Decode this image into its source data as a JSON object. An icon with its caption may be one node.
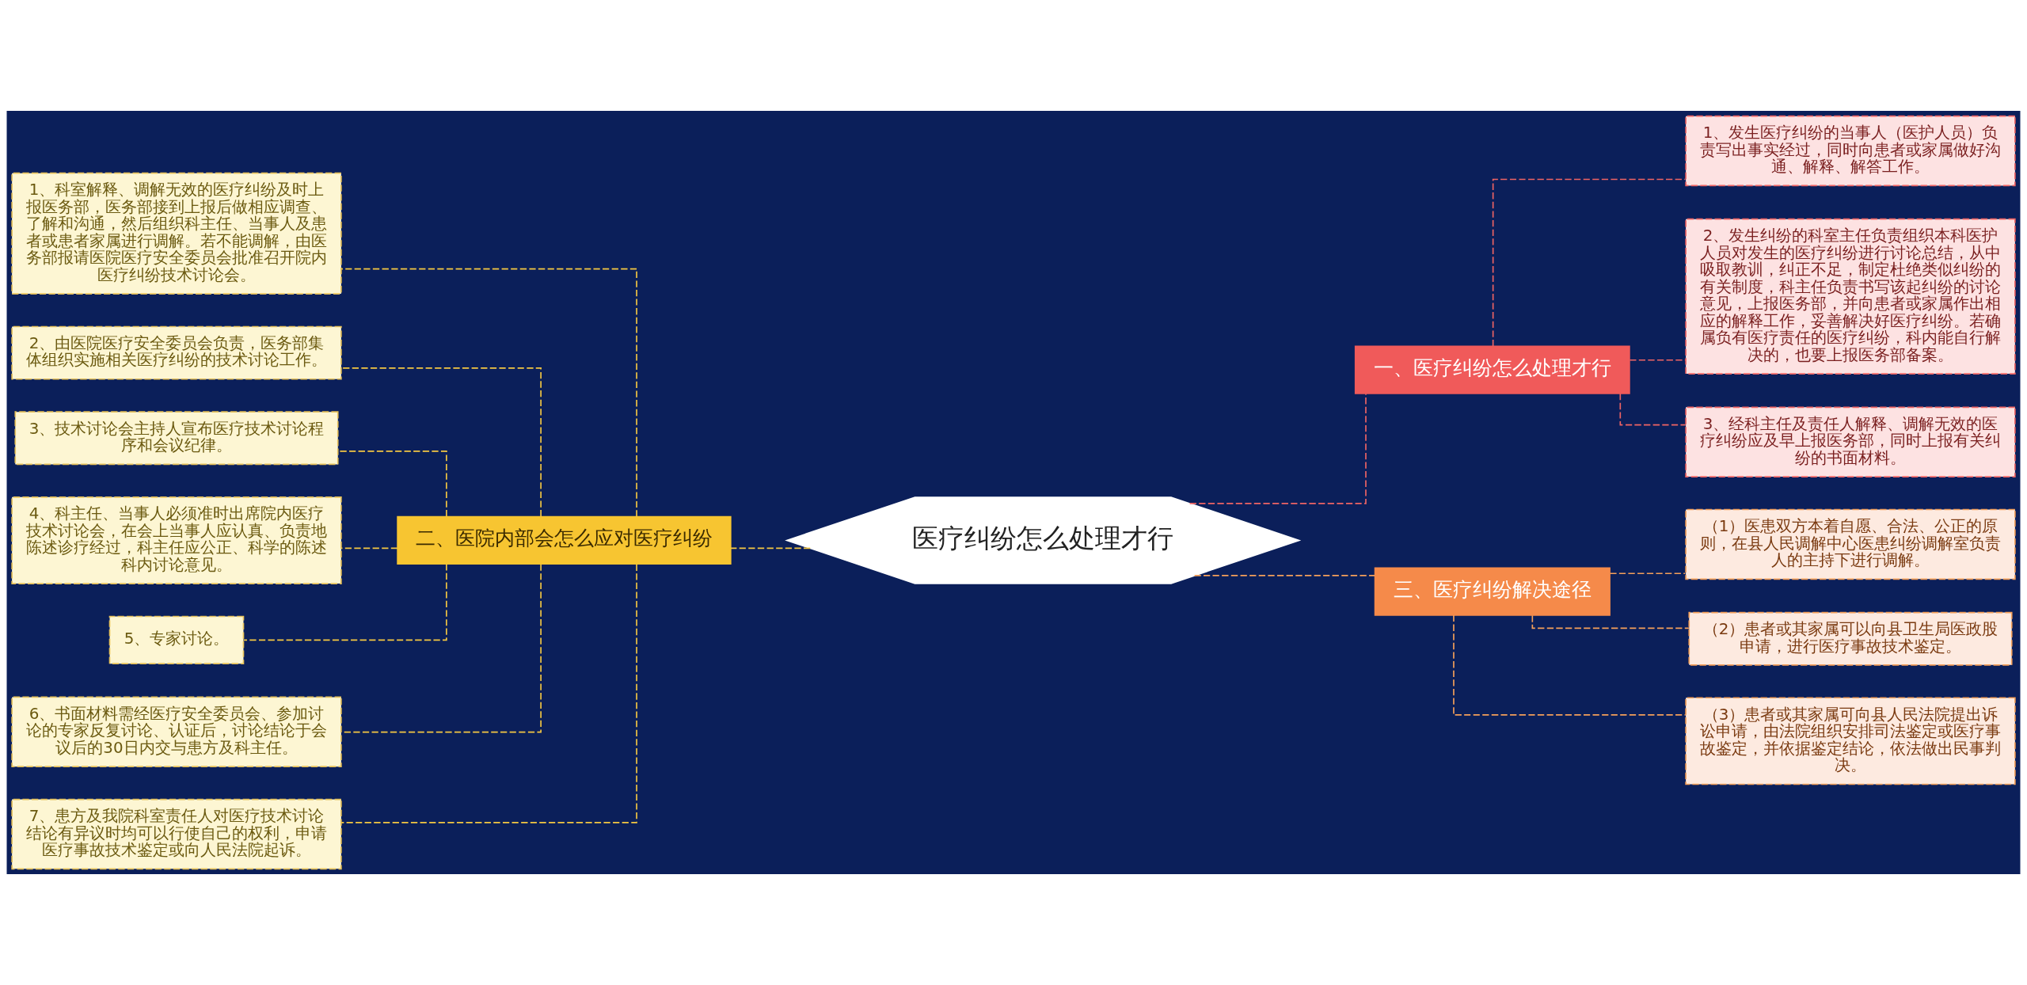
{
  "diagram": {
    "nodes": [
      {
        "text": [
          "医疗纠纷怎么处理才行"
        ]
      },
      {
        "text": [
          "一、医疗纠纷怎么处理才行"
        ]
      },
      {
        "text": [
          "1、发生医疗纠纷的当事人（医护人员）负责写出事实经过，同时向患者或家属做好沟通、解释、解答工作。"
        ]
      },
      {
        "text": [
          "2、发生纠纷的科室主任负责组织本科医护人员对发生的医疗纠纷进行讨论总结，从中吸取教训，纠正不足，制定杜绝类似纠纷的有关制度，科主任负责书写该起纠纷的讨论意见，上报医务部，并向患者或家属作出相应的解释工作，妥善解决好医疗纠纷。若确属负有医疗责任的医疗纠纷，科内能自行解决的，也要上报医务部备案。"
        ]
      },
      {
        "text": [
          "3、经科主任及责任人解释、调解无效的医疗纠纷应及早上报医务部，同时上报有关纠纷的书面材料。"
        ]
      },
      {
        "text": [
          "二、医院内部会怎么应对医疗纠纷"
        ]
      },
      {
        "text": [
          "1、科室解释、调解无效的医疗纠纷及时上报医务部，医务部接到上报后做相应调查、了解和沟通，然后组织科主任、当事人及患者或患者家属进行调解。若不能调解，由医务部报请医院医疗安全委员会批准召开院内医疗纠纷技术讨论会。"
        ]
      },
      {
        "text": [
          "2、由医院医疗安全委员会负责，医务部集体组织实施相关医疗纠纷的技术讨论工作。"
        ]
      },
      {
        "text": [
          "3、技术讨论会主持人宣布医疗技术讨论程序和会议纪律。"
        ]
      },
      {
        "text": [
          "4、科主任、当事人必须准时出席院内医疗技术讨论会，在会上当事人应认真、负责地陈述诊疗经过，科主任应公正、科学的陈述科内讨论意见。"
        ]
      },
      {
        "text": [
          "5、专家讨论。"
        ]
      },
      {
        "text": [
          "6、书面材料需经医疗安全委员会、参加讨论的专家反复讨论、认证后，讨论结论于会议后的30日内交与患方及科主任。"
        ]
      },
      {
        "text": [
          "7、患方及我院科室责任人对医疗技术讨论结论有异议时均可以行使自己的权利，申请医疗事故技术鉴定或向人民法院起诉。"
        ]
      },
      {
        "text": [
          "三、医疗纠纷解决途径"
        ]
      },
      {
        "text": [
          "（1）医患双方本着自愿、合法、公正的原则，在县人民调解中心医患纠纷调解室负责人的主持下进行调解。"
        ]
      },
      {
        "text": [
          "（2）患者或其家属可以向县卫生局医政股申请，进行医疗事故技术鉴定。"
        ]
      },
      {
        "text": [
          "（3）患者或其家属可向县人民法院提出诉讼申请，由法院组织安排司法鉴定或医疗事故鉴定，并依据鉴定结论，依法做出民事判决。"
        ]
      }
    ],
    "edges": [
      {
        "from": 0,
        "to": 1,
        "arrow": "none",
        "style": "dashed",
        "color": "#f06464"
      },
      {
        "from": 1,
        "to": 2,
        "arrow": "none",
        "style": "dashed",
        "color": "#f06464"
      },
      {
        "from": 1,
        "to": 3,
        "arrow": "none",
        "style": "dashed",
        "color": "#f06464"
      },
      {
        "from": 1,
        "to": 4,
        "arrow": "none",
        "style": "dashed",
        "color": "#f06464"
      },
      {
        "from": 0,
        "to": 5,
        "arrow": "none",
        "style": "dashed"
      },
      {
        "from": 5,
        "to": 6,
        "arrow": "none",
        "style": "dashed"
      },
      {
        "from": 5,
        "to": 7,
        "arrow": "none",
        "style": "dashed"
      },
      {
        "from": 5,
        "to": 8,
        "arrow": "none",
        "style": "dashed"
      },
      {
        "from": 5,
        "to": 9,
        "arrow": "none",
        "style": "dashed"
      },
      {
        "from": 5,
        "to": 10,
        "arrow": "none",
        "style": "dashed"
      },
      {
        "from": 5,
        "to": 11,
        "arrow": "none",
        "style": "dashed"
      },
      {
        "from": 5,
        "to": 12,
        "arrow": "none",
        "style": "dashed"
      },
      {
        "from": 0,
        "to": 13,
        "arrow": "none",
        "style": "dashed",
        "color": "#f5a05a"
      },
      {
        "from": 13,
        "to": 14,
        "arrow": "none",
        "style": "dashed",
        "color": "#f5a05a"
      },
      {
        "from": 13,
        "to": 15,
        "arrow": "none",
        "style": "dashed",
        "color": "#f5a05a"
      },
      {
        "from": 13,
        "to": 16,
        "arrow": "none",
        "style": "dashed",
        "color": "#f5a05a"
      }
    ]
  }
}
